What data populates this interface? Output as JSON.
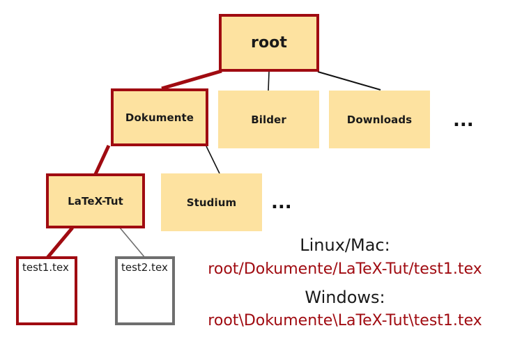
{
  "diagram": {
    "title": "Dateibaum / file tree path illustration",
    "colors": {
      "folder_fill": "#fde2a0",
      "highlight": "#a00b11",
      "plain_line": "#111111",
      "file_border_plain": "#6e6e6e",
      "text": "#1a1a1a",
      "background": "#ffffff"
    },
    "nodes": {
      "root": {
        "label": "root",
        "type": "folder",
        "highlighted": true
      },
      "dokumente": {
        "label": "Dokumente",
        "type": "folder",
        "highlighted": true
      },
      "bilder": {
        "label": "Bilder",
        "type": "folder",
        "highlighted": false
      },
      "downloads": {
        "label": "Downloads",
        "type": "folder",
        "highlighted": false
      },
      "latex_tut": {
        "label": "LaTeX-Tut",
        "type": "folder",
        "highlighted": true
      },
      "studium": {
        "label": "Studium",
        "type": "folder",
        "highlighted": false
      },
      "test1": {
        "label": "test1.tex",
        "type": "file",
        "highlighted": true
      },
      "test2": {
        "label": "test2.tex",
        "type": "file",
        "highlighted": false
      }
    },
    "ellipsis": {
      "row2": "...",
      "row3": "..."
    },
    "captions": {
      "linux_label": "Linux/Mac:",
      "linux_path": "root/Dokumente/LaTeX-Tut/test1.tex",
      "windows_label": "Windows:",
      "windows_path": "root\\Dokumente\\LaTeX-Tut\\test1.tex"
    }
  }
}
